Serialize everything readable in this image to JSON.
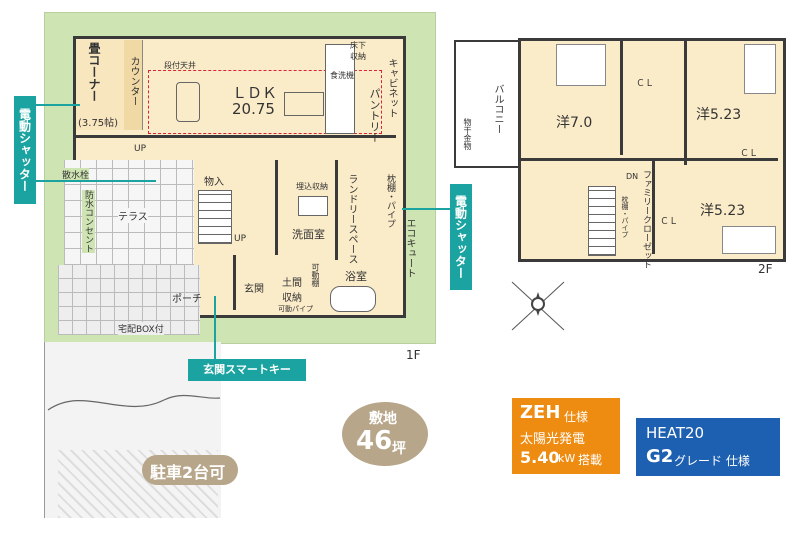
{
  "colors": {
    "site_green": "#cfe4b3",
    "floor_beige": "#fbecc9",
    "wall": "#3a3a3a",
    "callout_teal": "#1aa3a0",
    "zeh_orange": "#ee8c12",
    "heat_blue": "#1d5fb0",
    "site_badge_tan": "#b7a68a"
  },
  "floor1": {
    "label": "1F",
    "rooms": {
      "tatami": "畳コーナー",
      "tatami_size": "(3.75帖)",
      "counter": "カウンター",
      "ldk": "ＬＤＫ",
      "ldk_size": "20.75",
      "raised_ceiling": "段付天井",
      "underfloor": "床下収納",
      "dishwasher": "食洗機",
      "cabinet": "キャビネット",
      "pantry": "パントリー",
      "entrance_storage": "物入",
      "laundry": "ランドリースペース",
      "shelf_pipe": "枕棚・パイプ",
      "builtin_storage": "埋込収納",
      "washroom": "洗面室",
      "bathroom": "浴室",
      "ecocute": "エコキュート",
      "dirt_storage": "土間収納",
      "movable_shelf": "可動棚",
      "movable_pipe": "可動パイプ",
      "entrance": "玄関",
      "porch": "ポーチ",
      "terrace": "テラス",
      "faucet": "散水栓",
      "outlet": "防水コンセント",
      "delivery_box": "宅配BOX付",
      "parking": "駐車2台可"
    },
    "up_labels": [
      "UP",
      "UP"
    ]
  },
  "floor2": {
    "label": "2F",
    "rooms": {
      "balcony": "バルコニー",
      "drying": "物干金物",
      "room1": "洋7.0",
      "room2": "洋5.23",
      "room3": "洋5.23",
      "cl1": "ＣＬ",
      "cl2": "ＣＬ",
      "cl3": "ＣＬ",
      "family_closet": "ファミリークローゼット",
      "shelf_pipe": "枕棚・パイプ",
      "dn": "DN"
    }
  },
  "callouts": {
    "shutter_left": "電動シャッター",
    "shutter_right": "電動シャッター",
    "smart_key": "玄関スマートキー"
  },
  "site_badge": {
    "label": "敷地",
    "value": "46",
    "unit": "坪"
  },
  "zeh_badge": {
    "title": "ZEH",
    "title_suffix": "仕様",
    "line2": "太陽光発電",
    "line3_value": "5.40",
    "line3_unit": "kW",
    "line3_suffix": "搭載"
  },
  "heat_badge": {
    "line1": "HEAT20",
    "line2_main": "G2",
    "line2_suffix": "グレード 仕様"
  },
  "compass": {
    "icon": "compass-icon"
  }
}
